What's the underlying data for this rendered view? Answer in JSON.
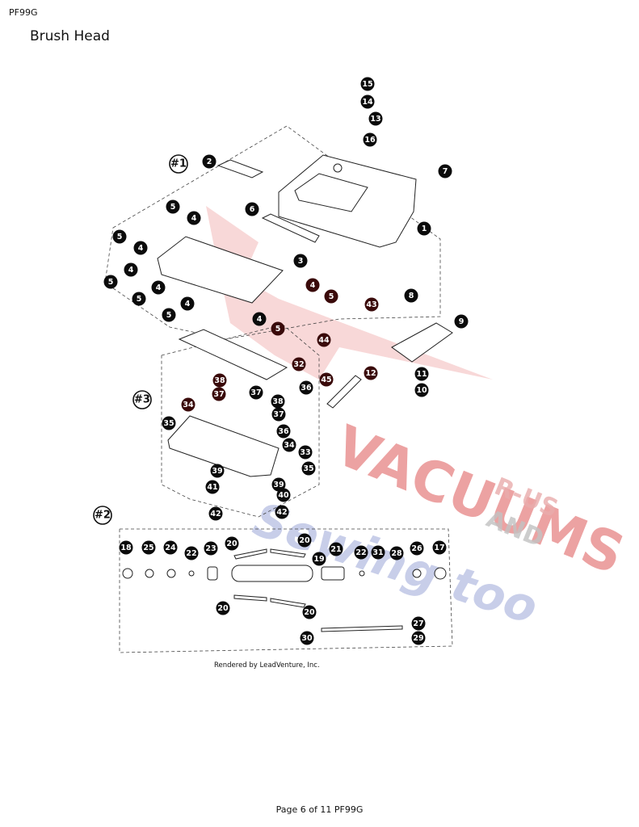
{
  "page": {
    "code": "PF99G",
    "title": "Brush Head",
    "footer": "Page 6 of 11 PF99G"
  },
  "diagram": {
    "credit": "Rendered by LeadVenture, Inc.",
    "groups": [
      "#1",
      "#2",
      "#3"
    ],
    "callouts": [
      "1",
      "2",
      "3",
      "4",
      "5",
      "6",
      "7",
      "8",
      "9",
      "10",
      "11",
      "12",
      "13",
      "14",
      "15",
      "16",
      "17",
      "18",
      "19",
      "20",
      "21",
      "22",
      "23",
      "24",
      "25",
      "26",
      "27",
      "28",
      "29",
      "30",
      "31",
      "32",
      "33",
      "34",
      "35",
      "36",
      "37",
      "38",
      "39",
      "40",
      "41",
      "42",
      "43",
      "44",
      "45"
    ],
    "watermark": {
      "line1": "VACUUMS",
      "line2": "R-US",
      "line3": "AND",
      "line4": "Sewing too"
    }
  }
}
